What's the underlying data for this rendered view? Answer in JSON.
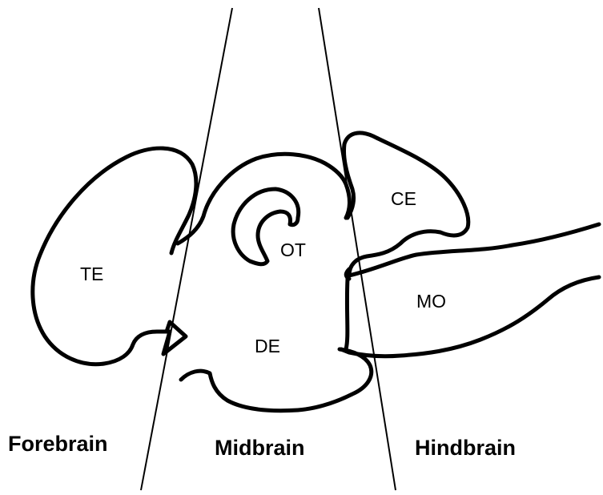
{
  "regions": {
    "te": "TE",
    "ot": "OT",
    "ce": "CE",
    "de": "DE",
    "mo": "MO"
  },
  "divisions": {
    "forebrain": "Forebrain",
    "midbrain": "Midbrain",
    "hindbrain": "Hindbrain"
  }
}
